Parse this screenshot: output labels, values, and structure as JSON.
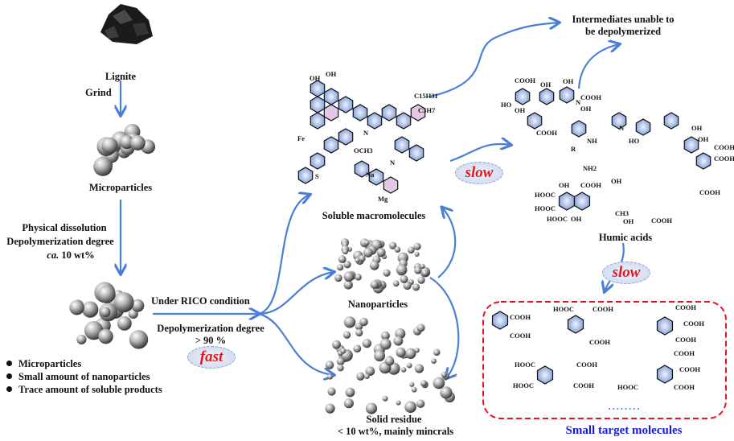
{
  "labels": {
    "lignite": "Lignite",
    "grind": "Grind",
    "microparticles": "Microparticles",
    "physical_dissolution": "Physical dissolution",
    "depolymerization_degree_1": "Depolymerization degree",
    "ca_prefix": "ca.",
    "ca_value": " 10 wt%",
    "under_rico": "Under RICO condition",
    "depolymerization_degree_2": "Depolymerization degree",
    "gt_90": "> 90 %",
    "fast": "fast",
    "slow_1": "slow",
    "slow_2": "slow",
    "soluble_macromolecules": "Soluble macromolecules",
    "nanoparticles": "Nanoparticles",
    "solid_residue": "Solid residue",
    "solid_residue_detail": "< 10 wt%, mainly mincrals",
    "intermediates_line1": "Intermediates unable to",
    "intermediates_line2": "be depolymerized",
    "humic_acids": "Humic acids",
    "small_target_molecules": "Small target molecules",
    "ellipsis": "........"
  },
  "bullets": [
    "Microparticles",
    "Small amount of nanoparticles",
    "Trace amount of soluble products"
  ],
  "small_molecules": [
    {
      "groups": [
        "COOH",
        "COOH"
      ]
    },
    {
      "groups": [
        "HOOC",
        "COOH",
        "COOH"
      ]
    },
    {
      "groups": [
        "COOH",
        "COOH",
        "COOH"
      ]
    },
    {
      "groups": [
        "HOOC",
        "COOH",
        "HOOC",
        "COOH"
      ]
    },
    {
      "groups": [
        "COOH",
        "COOH",
        "HOOC",
        "COOH"
      ]
    }
  ],
  "humic_acid_groups": [
    "OH",
    "COOH",
    "HOOC",
    "HOOC",
    "HOOC",
    "OH",
    "OH",
    "COOH",
    "CH3",
    "OH",
    "COOH"
  ],
  "intermediate_groups": [
    "COOH",
    "OH",
    "OH",
    "HO",
    "OH",
    "COOH",
    "COOH",
    "OH",
    "N",
    "NH",
    "R",
    "NH2",
    "N",
    "HO",
    "OH",
    "OH",
    "COOH",
    "COOH"
  ],
  "macromolecule_groups": [
    "OH",
    "OH",
    "C15H31",
    "C3H7",
    "N",
    "Na",
    "Mg",
    "Fe",
    "OCH3",
    "S",
    "N"
  ],
  "colors": {
    "arrow": "#4a7fd6",
    "fast_slow_text": "#e8141c",
    "target_box_border": "#e8141c",
    "target_label": "#1a1adf",
    "ring_fill": "#a9bce6"
  }
}
